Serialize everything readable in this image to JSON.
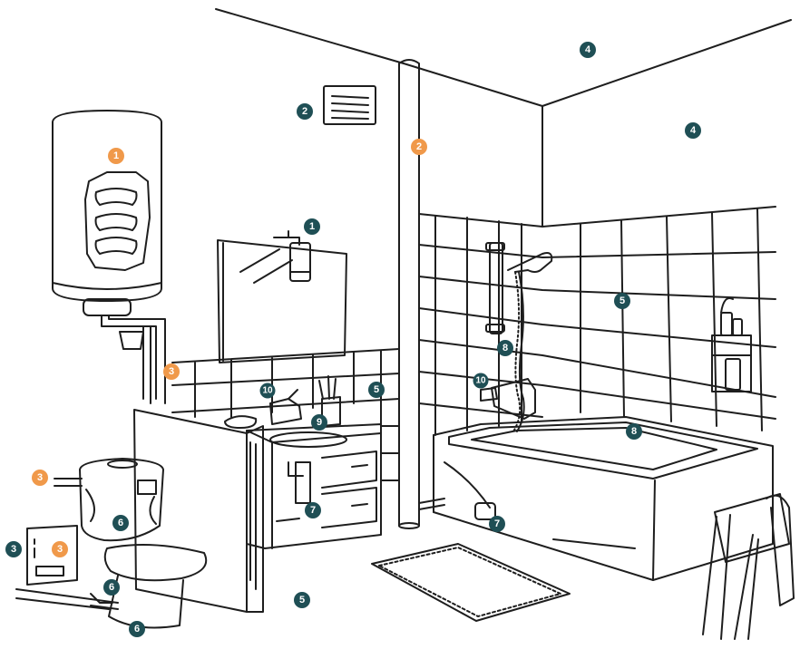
{
  "colors": {
    "dark_marker": "#1f4f55",
    "orange_marker": "#f0994a",
    "line": "#1e1e1e",
    "background": "#ffffff"
  },
  "markers": {
    "water_heater_1": "1",
    "soap_dispenser_1": "1",
    "vent_2": "2",
    "pipe_2": "2",
    "water_heater_pipe_3": "3",
    "toilet_valve_3": "3",
    "wall_panel_3": "3",
    "panel_valve_3": "3",
    "ceiling_4": "4",
    "wall_right_4": "4",
    "tile_backsplash_5": "5",
    "tile_wall_5": "5",
    "floor_5": "5",
    "toilet_tank_6": "6",
    "toilet_base_6": "6",
    "toilet_floor_6": "6",
    "sink_drain_7": "7",
    "bath_drain_7": "7",
    "shower_hose_8": "8",
    "bathtub_rim_8": "8",
    "sink_9": "9",
    "sink_faucet_10": "10",
    "bath_faucet_10": "10"
  }
}
